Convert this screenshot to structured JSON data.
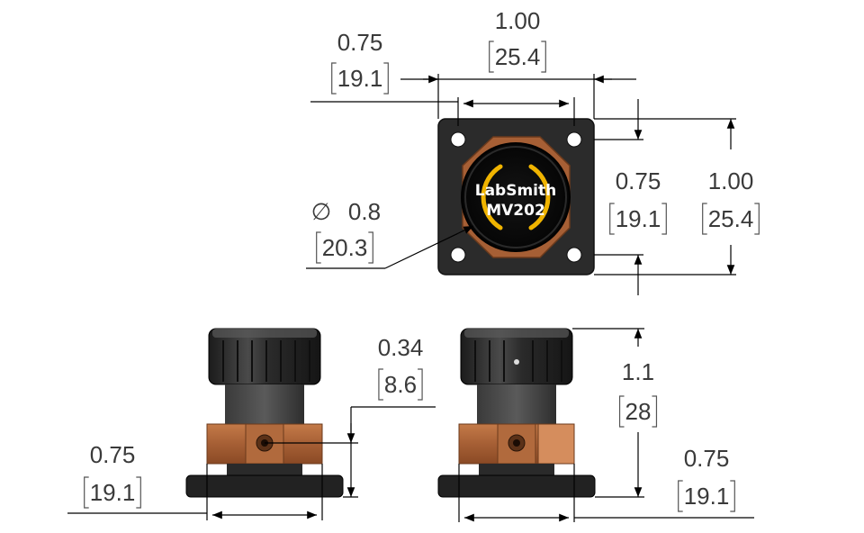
{
  "dimensions": {
    "top_width": {
      "in": "1.00",
      "mm": "[25.4]"
    },
    "top_inner_width": {
      "in": "0.75",
      "mm": "[19.1]"
    },
    "right_inner_height": {
      "in": "0.75",
      "mm": "[19.1]"
    },
    "right_height": {
      "in": "1.00",
      "mm": "[25.4]"
    },
    "diameter": {
      "symbol": "∅",
      "in": "0.8",
      "mm": "[20.3]"
    },
    "port_height": {
      "in": "0.34",
      "mm": "[8.6]"
    },
    "total_height": {
      "in": "1.1",
      "mm": "[28]"
    },
    "left_base_width": {
      "in": "0.75",
      "mm": "[19.1]"
    },
    "right_base_width": {
      "in": "0.75",
      "mm": "[19.1]"
    }
  },
  "logo": {
    "line1": "LabSmith",
    "line2": "MV202"
  },
  "colors": {
    "body": "#2b2b2b",
    "copper": "#a65f35",
    "copper_light": "#d58d5d",
    "accent": "#f0b400"
  }
}
